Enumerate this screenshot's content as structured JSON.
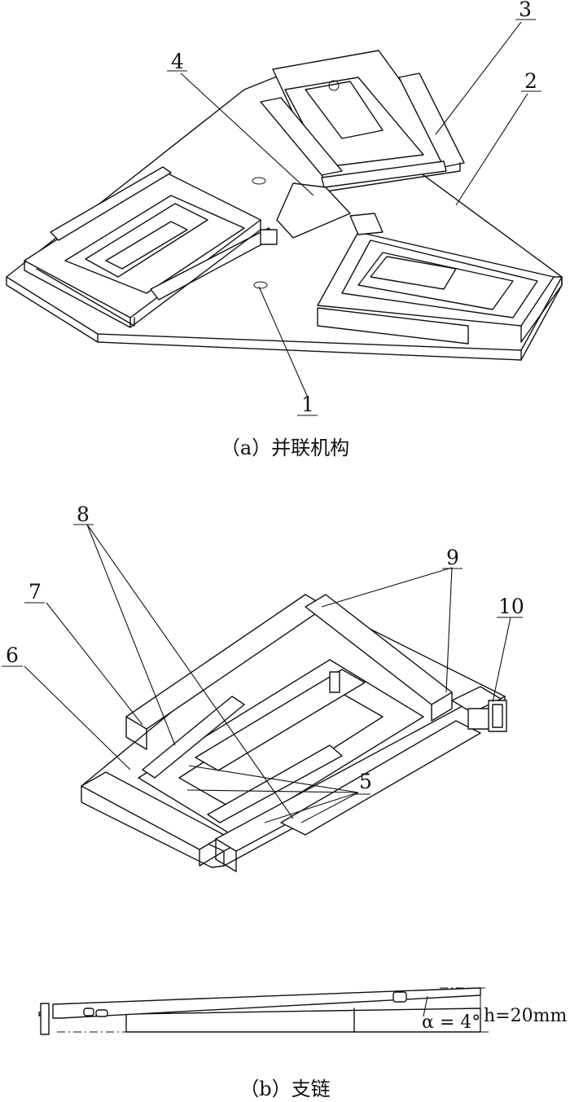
{
  "figure_a": {
    "labels": [
      "1",
      "2",
      "3",
      "4"
    ],
    "caption": "（a）并联机构"
  },
  "figure_b": {
    "labels": [
      "5",
      "6",
      "7",
      "8",
      "9",
      "10"
    ],
    "caption": "（b）支链",
    "side_view": {
      "angle_label": "α = 4°",
      "height_label": "h=20mm"
    }
  }
}
